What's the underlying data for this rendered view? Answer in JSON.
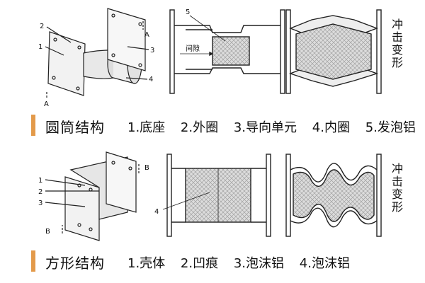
{
  "cylinder": {
    "title": "圆筒结构",
    "items": [
      "1.底座",
      "2.外圈",
      "3.导向单元",
      "4.内圈",
      "5.发泡铝"
    ],
    "impact_label": "冲击变形",
    "callouts": [
      "1",
      "2",
      "3",
      "4",
      "A",
      "A",
      "5"
    ],
    "gap_label": "间隙"
  },
  "square": {
    "title": "方形结构",
    "items": [
      "1.壳体",
      "2.凹痕",
      "3.泡沫铝",
      "4.泡沫铝"
    ],
    "impact_label": "冲击变形",
    "callouts": [
      "1",
      "2",
      "3",
      "B",
      "B",
      "4"
    ]
  },
  "colors": {
    "accent": "#e39a4a",
    "foam": "#d9d9d9",
    "line": "#222222"
  }
}
